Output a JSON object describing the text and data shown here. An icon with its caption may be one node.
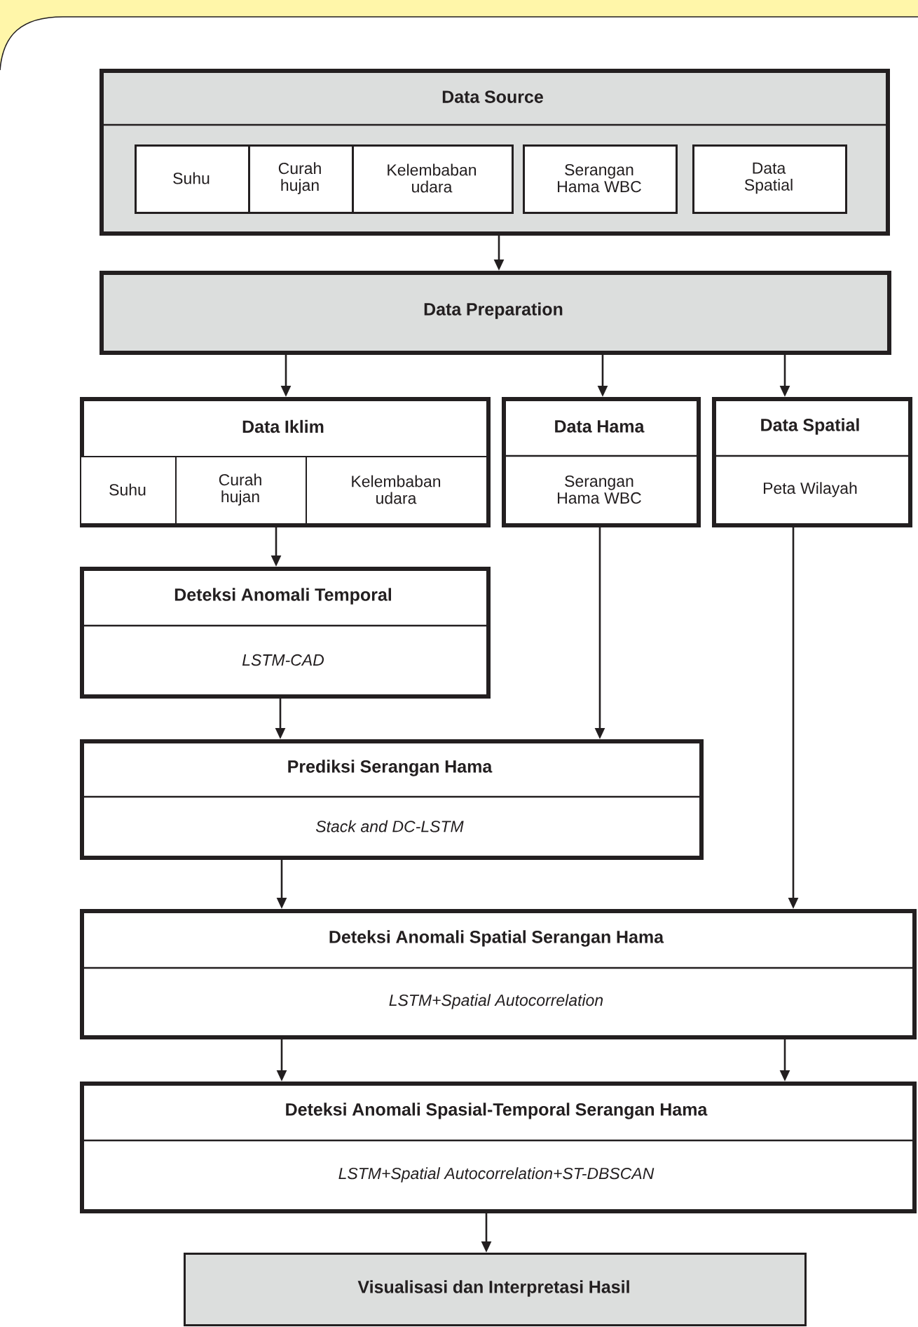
{
  "diagram": {
    "nodes": [
      {
        "text": [
          "Data Source"
        ]
      },
      {
        "text": [
          "Suhu"
        ],
        "in": 0
      },
      {
        "text": [
          "Curah hujan"
        ],
        "in": 0
      },
      {
        "text": [
          "Kelembaban udara"
        ],
        "in": 0
      },
      {
        "text": [
          "Serangan Hama WBC"
        ],
        "in": 0
      },
      {
        "text": [
          "Data Spatial"
        ],
        "in": 0
      },
      {
        "text": [
          "Data Preparation"
        ]
      },
      {
        "text": [
          "Data Iklim"
        ]
      },
      {
        "text": [
          "Suhu"
        ],
        "in": 7
      },
      {
        "text": [
          "Curah hujan"
        ],
        "in": 7
      },
      {
        "text": [
          "Kelembaban udara"
        ],
        "in": 7
      },
      {
        "text": [
          "Data Hama",
          "Serangan Hama WBC"
        ]
      },
      {
        "text": [
          "Data Spatial",
          "Peta Wilayah"
        ]
      },
      {
        "text": [
          "Deteksi Anomali Temporal",
          "LSTM-CAD"
        ]
      },
      {
        "text": [
          "Prediksi Serangan Hama",
          "Stack and DC-LSTM"
        ]
      },
      {
        "text": [
          "Deteksi Anomali Spatial Serangan Hama",
          "LSTM+Spatial Autocorrelation"
        ]
      },
      {
        "text": [
          "Deteksi Anomali Spasial-Temporal Serangan Hama",
          "LSTM+Spatial Autocorrelation+ST-DBSCAN"
        ]
      },
      {
        "text": [
          "Visualisasi dan Interpretasi Hasil"
        ]
      }
    ],
    "edges": [
      {
        "from": 0,
        "to": 6,
        "arrow": "to"
      },
      {
        "from": 6,
        "to": 7,
        "arrow": "to"
      },
      {
        "from": 6,
        "to": 11,
        "arrow": "to"
      },
      {
        "from": 6,
        "to": 12,
        "arrow": "to"
      },
      {
        "from": 7,
        "to": 13,
        "arrow": "to"
      },
      {
        "from": 13,
        "to": 14,
        "arrow": "to"
      },
      {
        "from": 11,
        "to": 14,
        "arrow": "to"
      },
      {
        "from": 14,
        "to": 15,
        "arrow": "to"
      },
      {
        "from": 12,
        "to": 15,
        "arrow": "to"
      },
      {
        "from": 15,
        "to": 16,
        "arrow": "to"
      },
      {
        "from": 15,
        "to": 16,
        "arrow": "to"
      },
      {
        "from": 16,
        "to": 17,
        "arrow": "to"
      }
    ]
  }
}
